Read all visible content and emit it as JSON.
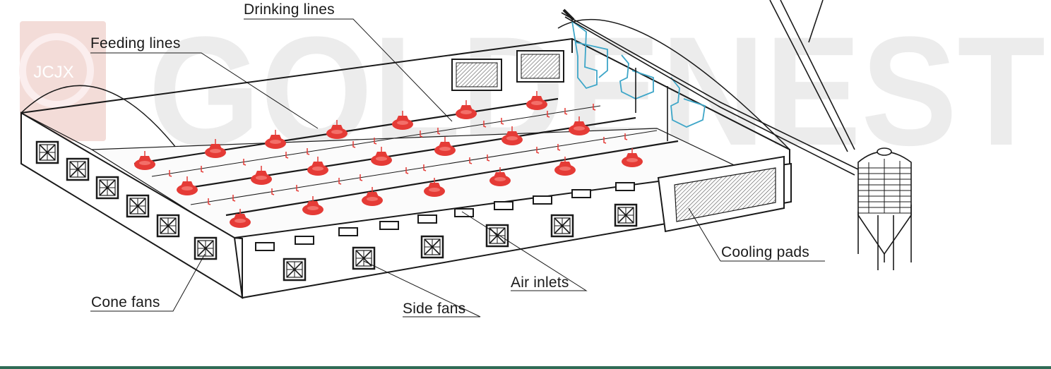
{
  "watermark": {
    "brand_text": "GOLDENEST",
    "logo_text": "JCJX"
  },
  "labels": {
    "drinking_lines": "Drinking lines",
    "feeding_lines": "Feeding lines",
    "cone_fans": "Cone fans",
    "side_fans": "Side fans",
    "air_inlets": "Air inlets",
    "cooling_pads": "Cooling pads"
  },
  "colors": {
    "line": "#1a1a1a",
    "feeder_red": "#e53b36",
    "hopper_blue": "#3ea6c8",
    "watermark": "#ececec",
    "logo_red": "#f0d9d5",
    "bottom_rule": "#2f6b55"
  }
}
